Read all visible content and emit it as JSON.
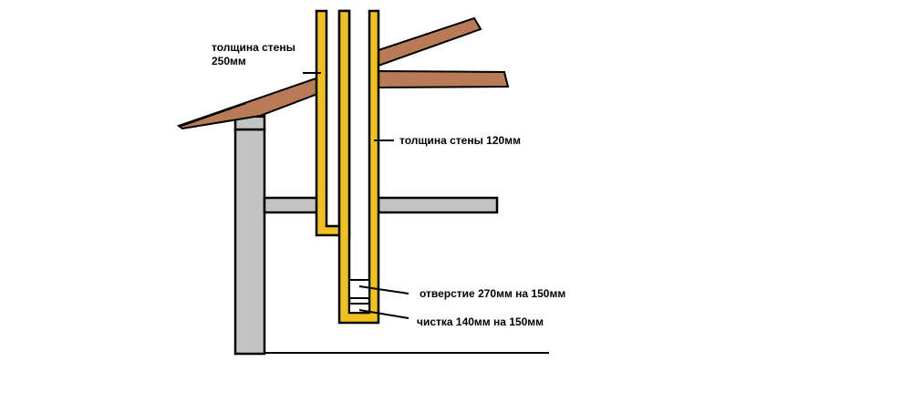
{
  "labels": {
    "wall_250_line1": "толщина стены",
    "wall_250_line2": "250мм",
    "wall_120": "толщина стены 120мм",
    "opening": "отверстие 270мм на 150мм",
    "cleanout": "чистка 140мм на 150мм"
  },
  "colors": {
    "chimney_fill": "#f0c020",
    "outline": "#000000",
    "wood": "#b97a57",
    "concrete": "#c3c3c3",
    "background": "#ffffff"
  }
}
